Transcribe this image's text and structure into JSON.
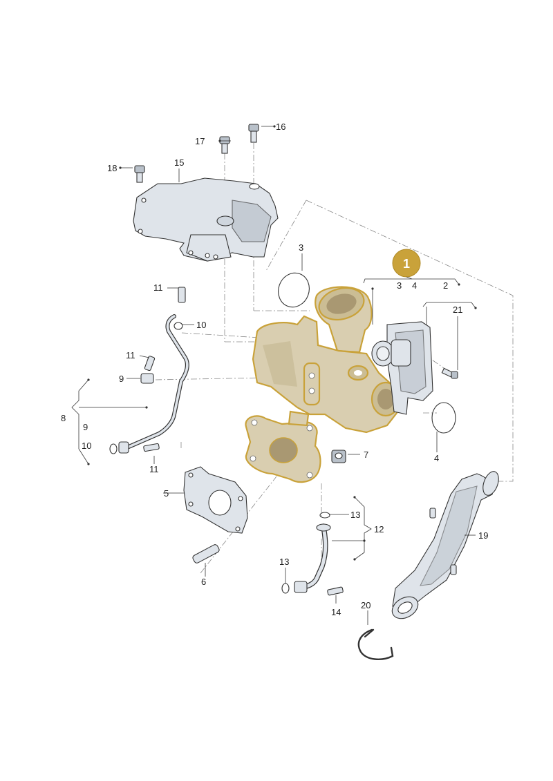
{
  "highlight": {
    "label": "1",
    "fill": "#c9a23a",
    "text_color": "#ffffff"
  },
  "callouts": {
    "c1_3": "3",
    "c1_4": "4",
    "c1_2": "2",
    "c21": "21",
    "c3": "3",
    "c4": "4",
    "c5": "5",
    "c6": "6",
    "c7": "7",
    "c8": "8",
    "c8_9": "9",
    "c8_10": "10",
    "c9": "9",
    "c10": "10",
    "c11a": "11",
    "c11b": "11",
    "c11c": "11",
    "c12": "12",
    "c13a": "13",
    "c13b": "13",
    "c14": "14",
    "c15": "15",
    "c16": "16",
    "c17": "17",
    "c18": "18",
    "c19": "19",
    "c20": "20"
  },
  "icons": {
    "heat_shield": "heat-shield-icon",
    "turbocharger": "turbocharger-icon",
    "actuator": "wastegate-actuator-icon",
    "charge_pipe": "charge-air-pipe-icon"
  }
}
